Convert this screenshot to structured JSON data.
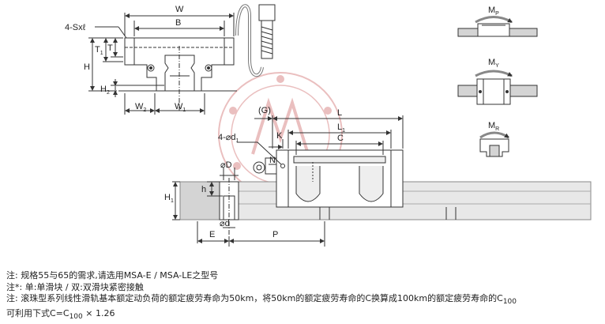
{
  "dimension_labels": {
    "W": "W",
    "B": "B",
    "T": "T",
    "T1_main": "T",
    "T1_sub": "1",
    "H": "H",
    "H2_main": "H",
    "H2_sub": "2",
    "W2_main": "W",
    "W2_sub": "2",
    "W1_main": "W",
    "W1_sub": "1",
    "screw": "4-Sxℓ",
    "G": "(G)",
    "L": "L",
    "L1_main": "L",
    "L1_sub": "1",
    "C": "C",
    "K": "K",
    "d1_main": "4-⌀d",
    "d1_sub": "1",
    "N": "N",
    "D": "⌀D",
    "h": "h",
    "H1_main": "H",
    "H1_sub": "1",
    "d": "⌀d",
    "E": "E",
    "P": "P"
  },
  "moment_labels": {
    "MP_main": "M",
    "MP_sub": "P",
    "MY_main": "M",
    "MY_sub": "Y",
    "MR_main": "M",
    "MR_sub": "R"
  },
  "notes": {
    "line1": "注: 规格55与65的需求,请选用MSA-E / MSA-LE之型号",
    "line2": "注*: 单:单滑块 / 双:双滑块紧密接触",
    "line3_a": "注:  滚珠型系列线性滑轨基本额定动负荷的额定疲劳寿命为50km，将50km的额定疲劳寿命的C换算成100km的额定疲劳寿命的C",
    "line3_sub": "100",
    "line4_a": "可利用下式C=C",
    "line4_sub": "100",
    "line4_b": " × 1.26"
  },
  "colors": {
    "line": "#333333",
    "rail_fill": "#d4d4d4",
    "watermark": "#e6b0b0",
    "arrow": "#888888"
  }
}
